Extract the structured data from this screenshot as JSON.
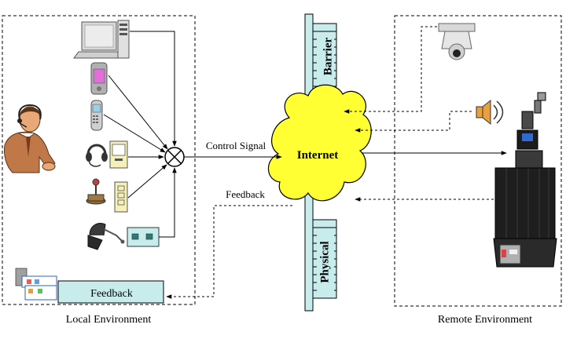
{
  "labels": {
    "control_signal": "Control Signal",
    "feedback_arrow": "Feedback",
    "internet": "Internet",
    "barrier": "Barrier",
    "physical": "Physical",
    "feedback_box": "Feedback",
    "local_environment": "Local Environment",
    "remote_environment": "Remote Environment"
  },
  "devices": {
    "local": [
      "desktop-computer-icon",
      "pda-icon",
      "mobile-phone-icon",
      "headset-icon",
      "small-screen-terminal-icon",
      "joystick-icon",
      "remote-control-icon",
      "haptic-device-icon",
      "control-box-icon"
    ],
    "remote": [
      "ptz-camera-icon",
      "speaker-icon",
      "mobile-robot-icon"
    ]
  },
  "colors": {
    "cloud": "#ffff33",
    "wall": "#c8ecec",
    "feedback_box": "#c8ecec",
    "line": "#000000"
  }
}
